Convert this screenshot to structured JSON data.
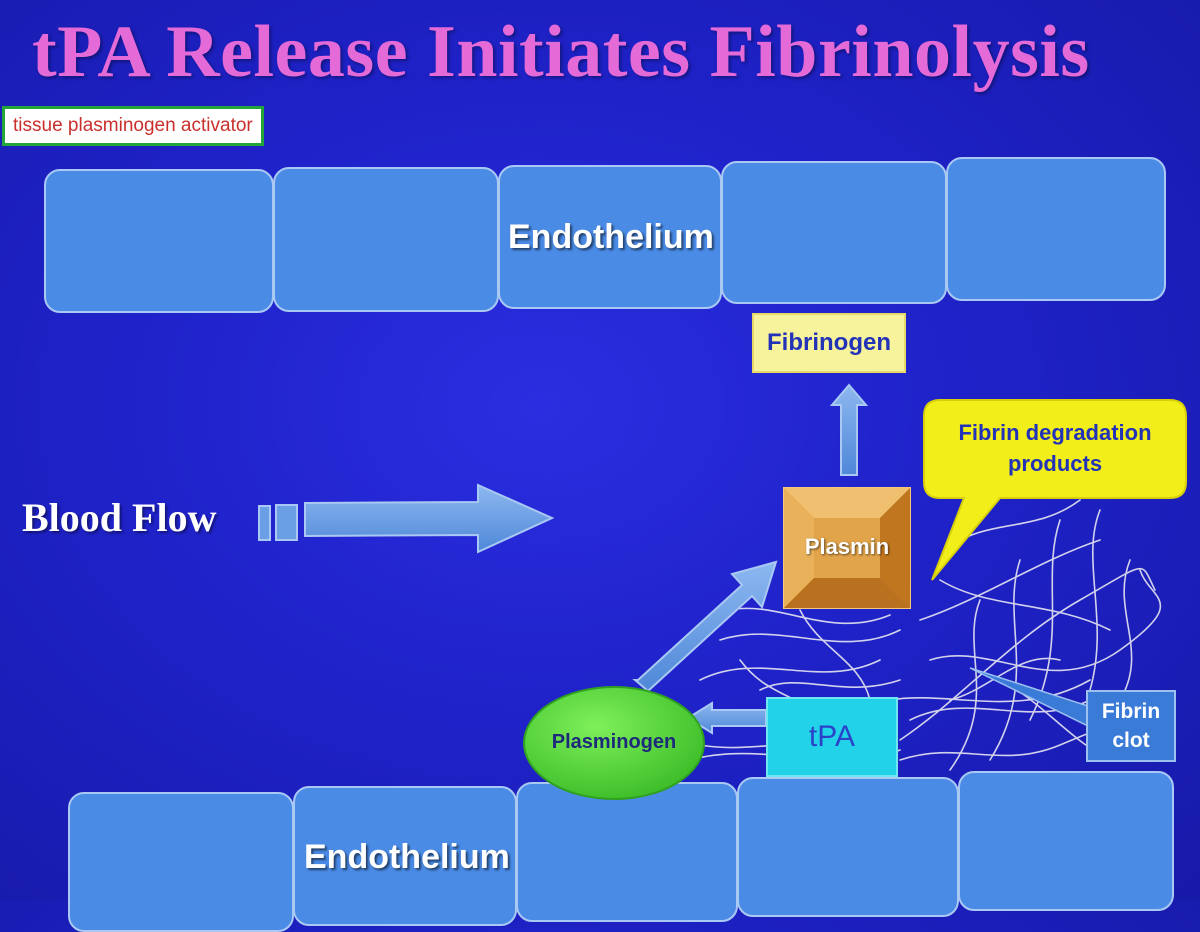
{
  "title": "tPA Release Initiates Fibrinolysis",
  "tag": "tissue plasminogen activator",
  "endothelium_top": "Endothelium",
  "endothelium_bottom": "Endothelium",
  "blood_flow": "Blood Flow",
  "fibrinogen": "Fibrinogen",
  "fdp_line1": "Fibrin degradation",
  "fdp_line2": "products",
  "plasmin": "Plasmin",
  "plasminogen": "Plasminogen",
  "tpa": "tPA",
  "fibrin_clot_line1": "Fibrin",
  "fibrin_clot_line2": "clot",
  "colors": {
    "title": "#e46ad8",
    "background": "#2024c8",
    "endothelium": "#4a8be6",
    "fibrinogen_box": "#f7f29c",
    "speech_bubble": "#f2ee1a",
    "plasmin": "#e09a3a",
    "plasminogen": "#52d236",
    "tpa": "#22d2e8",
    "tag_border": "#22a63a",
    "tag_text": "#c9302c"
  }
}
